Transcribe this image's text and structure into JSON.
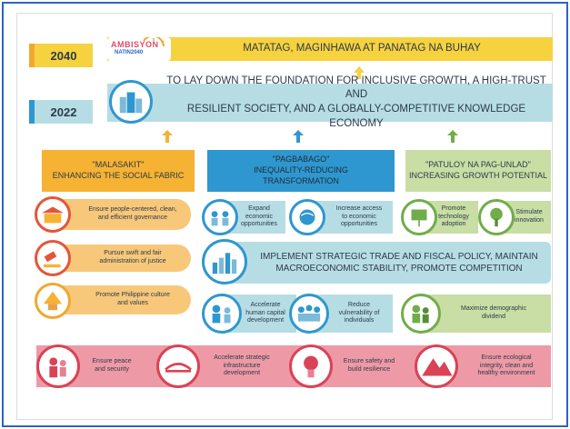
{
  "top": {
    "year_2040": "2040",
    "logo_ambisyon": "AMBISYON",
    "logo_natin": "NATIN2040",
    "text_2040": "MATATAG, MAGINHAWA AT PANATAG NA BUHAY",
    "year_2022": "2022",
    "text_2022_line1": "TO LAY DOWN THE FOUNDATION FOR INCLUSIVE GROWTH, A HIGH-TRUST AND",
    "text_2022_line2": "RESILIENT SOCIETY, AND A GLOBALLY-COMPETITIVE KNOWLEDGE ECONOMY"
  },
  "pillars": [
    {
      "line1": "\"MALASAKIT\"",
      "line2": "ENHANCING THE SOCIAL FABRIC",
      "line3": ""
    },
    {
      "line1": "\"PAGBABAGO\"",
      "line2": "INEQUALITY-REDUCING",
      "line3": "TRANSFORMATION"
    },
    {
      "line1": "\"PATULOY NA PAG-UNLAD\"",
      "line2": "INCREASING GROWTH POTENTIAL",
      "line3": ""
    }
  ],
  "malasakit": [
    {
      "l1": "Ensure people-centered, clean,",
      "l2": "and efficient governance"
    },
    {
      "l1": "Pursue swift and fair",
      "l2": "administration of justice"
    },
    {
      "l1": "Promote Philippine culture",
      "l2": "and values"
    }
  ],
  "pagbabago_top": [
    {
      "l1": "Expand",
      "l2": "economic",
      "l3": "opportunities"
    },
    {
      "l1": "Increase access",
      "l2": "to economic",
      "l3": "opportunities"
    }
  ],
  "pagunlad_top": [
    {
      "l1": "Promote",
      "l2": "technology",
      "l3": "adoption"
    },
    {
      "l1": "Stimulate",
      "l2": "innovation",
      "l3": ""
    }
  ],
  "strategic": {
    "line1": "IMPLEMENT STRATEGIC TRADE AND FISCAL POLICY, MAINTAIN",
    "line2": "MACROECONOMIC STABILITY, PROMOTE COMPETITION"
  },
  "pagbabago_bottom": [
    {
      "l1": "Accelerate",
      "l2": "human capital",
      "l3": "development"
    },
    {
      "l1": "Reduce",
      "l2": "vulnerability of",
      "l3": "individuals"
    }
  ],
  "pagunlad_bottom": {
    "l1": "Maximize demographic",
    "l2": "dividend"
  },
  "foundation": [
    {
      "l1": "Ensure peace",
      "l2": "and security",
      "l3": ""
    },
    {
      "l1": "Accelerate strategic",
      "l2": "infrastructure",
      "l3": "development"
    },
    {
      "l1": "Ensure safety and",
      "l2": "build resilience",
      "l3": ""
    },
    {
      "l1": "Ensure ecological",
      "l2": "integrity, clean and",
      "l3": "healthy environment"
    }
  ],
  "colors": {
    "yellow": "#f6d23e",
    "teal_light": "#b7dde4",
    "orange": "#f5b233",
    "blue": "#2f97cf",
    "green_light": "#c8dea4",
    "green": "#71ad4a",
    "pink": "#ee9aa6",
    "red": "#d94356"
  }
}
